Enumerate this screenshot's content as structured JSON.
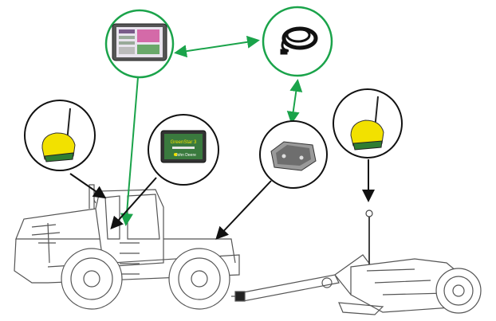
{
  "colors": {
    "green_ring": "#1aa34a",
    "black_ring": "#111111",
    "arrow_green": "#1aa34a",
    "arrow_black": "#111111",
    "jd_yellow": "#f2e100",
    "jd_green": "#2f7d32",
    "line_art": "#555555"
  },
  "display": {
    "screen_text": "GreenStar 3",
    "brand_text": "John Deere"
  },
  "callouts": [
    {
      "id": "tablet",
      "ring": "green",
      "icon": "tablet-icon"
    },
    {
      "id": "cable",
      "ring": "green",
      "icon": "cable-coil-icon"
    },
    {
      "id": "receiver-left",
      "ring": "black",
      "icon": "gps-receiver-icon"
    },
    {
      "id": "display",
      "ring": "black",
      "icon": "display-icon"
    },
    {
      "id": "controller",
      "ring": "black",
      "icon": "controller-icon"
    },
    {
      "id": "receiver-right",
      "ring": "black",
      "icon": "gps-receiver-icon"
    }
  ]
}
